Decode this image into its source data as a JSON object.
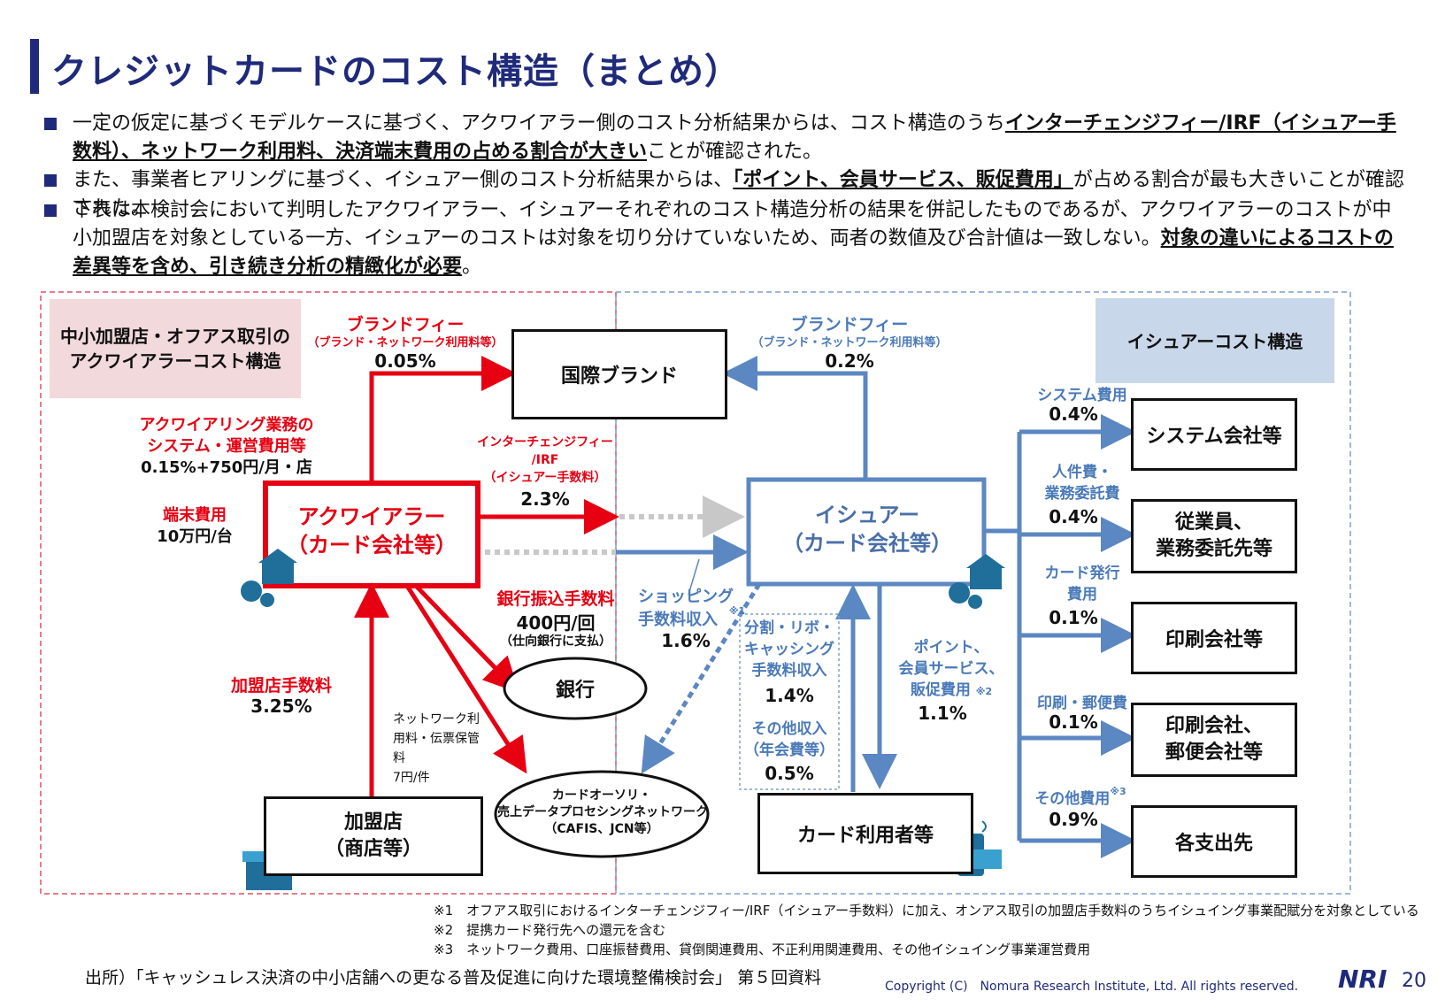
{
  "title": "クレジットカードのコスト構造（まとめ）",
  "bullets": [
    {
      "pre": "一定の仮定に基づくモデルケースに基づく、アクワイアラー側のコスト分析結果からは、コスト構造のうち",
      "em": "インターチェンジフィー/IRF（イシュアー手数料）、ネットワーク利用料、決済端末費用の占める割合が大きい",
      "post": "ことが確認された。"
    },
    {
      "pre": "また、事業者ヒアリングに基づく、イシュアー側のコスト分析結果からは、",
      "em": "「ポイント、会員サービス、販促費用」",
      "post": "が占める割合が最も大きいことが確認された。"
    },
    {
      "pre": "下表は本検討会において判明したアクワイアラー、イシュアーそれぞれのコスト構造分析の結果を併記したものであるが、アクワイアラーのコストが中小加盟店を対象としている一方、イシュアーのコストは対象を切り分けていないため、両者の数値及び合計値は一致しない。",
      "em": "対象の違いによるコストの差異等を含め、引き続き分析の精緻化が必要",
      "post": "。"
    }
  ],
  "left_header": [
    "中小加盟店・オフアス取引の",
    "アクワイアラーコスト構造"
  ],
  "right_header": "イシュアーコスト構造",
  "nodes": {
    "brand": "国際ブランド",
    "acquirer": [
      "アクワイアラー",
      "（カード会社等）"
    ],
    "issuer": [
      "イシュアー",
      "（カード会社等）"
    ],
    "bank": "銀行",
    "network": [
      "カードオーソリ・",
      "売上データプロセシングネットワーク",
      "（CAFIS、JCN等）"
    ],
    "merchant": [
      "加盟店",
      "（商店等）"
    ],
    "cardholder": "カード利用者等",
    "system_co": "システム会社等",
    "employees": [
      "従業員、",
      "業務委託先等"
    ],
    "printer": "印刷会社等",
    "printer_post": [
      "印刷会社、",
      "郵便会社等"
    ],
    "other_dest": "各支出先"
  },
  "labels": {
    "brand_fee_l_1": "ブランドフィー",
    "brand_fee_l_2": "（ブランド・ネットワーク利用料等）",
    "brand_fee_l_val": "0.05%",
    "acq_sys_1": "アクワイアリング業務の",
    "acq_sys_2": "システム・運営費用等",
    "acq_sys_val": "0.15%+750円/月・店",
    "terminal_1": "端末費用",
    "terminal_val": "10万円/台",
    "ic_1": "インターチェンジフィー",
    "ic_2": "/IRF",
    "ic_3": "（イシュアー手数料）",
    "ic_val": "2.3%",
    "bank_fee_1": "銀行振込手数料",
    "bank_fee_val": "400円/回",
    "bank_fee_note": "（仕向銀行に支払）",
    "merchant_fee_1": "加盟店手数料",
    "merchant_fee_val": "3.25%",
    "net_fee_1": "ネットワーク利",
    "net_fee_2": "用料・伝票保管",
    "net_fee_3": "料",
    "net_fee_val": "7円/件",
    "brand_fee_r_1": "ブランドフィー",
    "brand_fee_r_2": "（ブランド・ネットワーク利用料等）",
    "brand_fee_r_val": "0.2%",
    "shopping_1": "ショッピング",
    "shopping_2": "手数料収入",
    "shopping_note": "※1",
    "shopping_val": "1.6%",
    "revolving_1": "分割・リボ・",
    "revolving_2": "キャッシング",
    "revolving_3": "手数料収入",
    "revolving_val": "1.4%",
    "other_income_1": "その他収入",
    "other_income_2": "（年会費等）",
    "other_income_val": "0.5%",
    "points_1": "ポイント、",
    "points_2": "会員サービス、",
    "points_3": "販促費用",
    "points_note": "※2",
    "points_val": "1.1%",
    "sys_cost_1": "システム費用",
    "sys_cost_val": "0.4%",
    "labor_1": "人件費・",
    "labor_2": "業務委託費",
    "labor_val": "0.4%",
    "card_issue_1": "カード発行",
    "card_issue_2": "費用",
    "card_issue_val": "0.1%",
    "print_post_1": "印刷・郵便費",
    "print_post_val": "0.1%",
    "other_cost_1": "その他費用",
    "other_cost_note": "※3",
    "other_cost_val": "0.9%"
  },
  "footnotes": [
    "※1　オフアス取引におけるインターチェンジフィー/IRF（イシュアー手数料）に加え、オンアス取引の加盟店手数料のうちイシュイング事業配賦分を対象としている",
    "※2　提携カード発行先への還元を含む",
    "※3　ネットワーク費用、口座振替費用、貸倒関連費用、不正利用関連費用、その他イシュイング事業運営費用"
  ],
  "source": "出所）「キャッシュレス決済の中小店舗への更なる普及促進に向けた環境整備検討会」 第５回資料",
  "copyright": "Copyright (C)　Nomura Research Institute, Ltd. All rights reserved.",
  "logo": "NRI",
  "page_number": "20",
  "colors": {
    "red": "#e60012",
    "blue": "#5b87c2",
    "navy": "#1f2a7a",
    "pink_bg": "#f2d9dc",
    "lightblue_bg": "#c9d7ea"
  }
}
